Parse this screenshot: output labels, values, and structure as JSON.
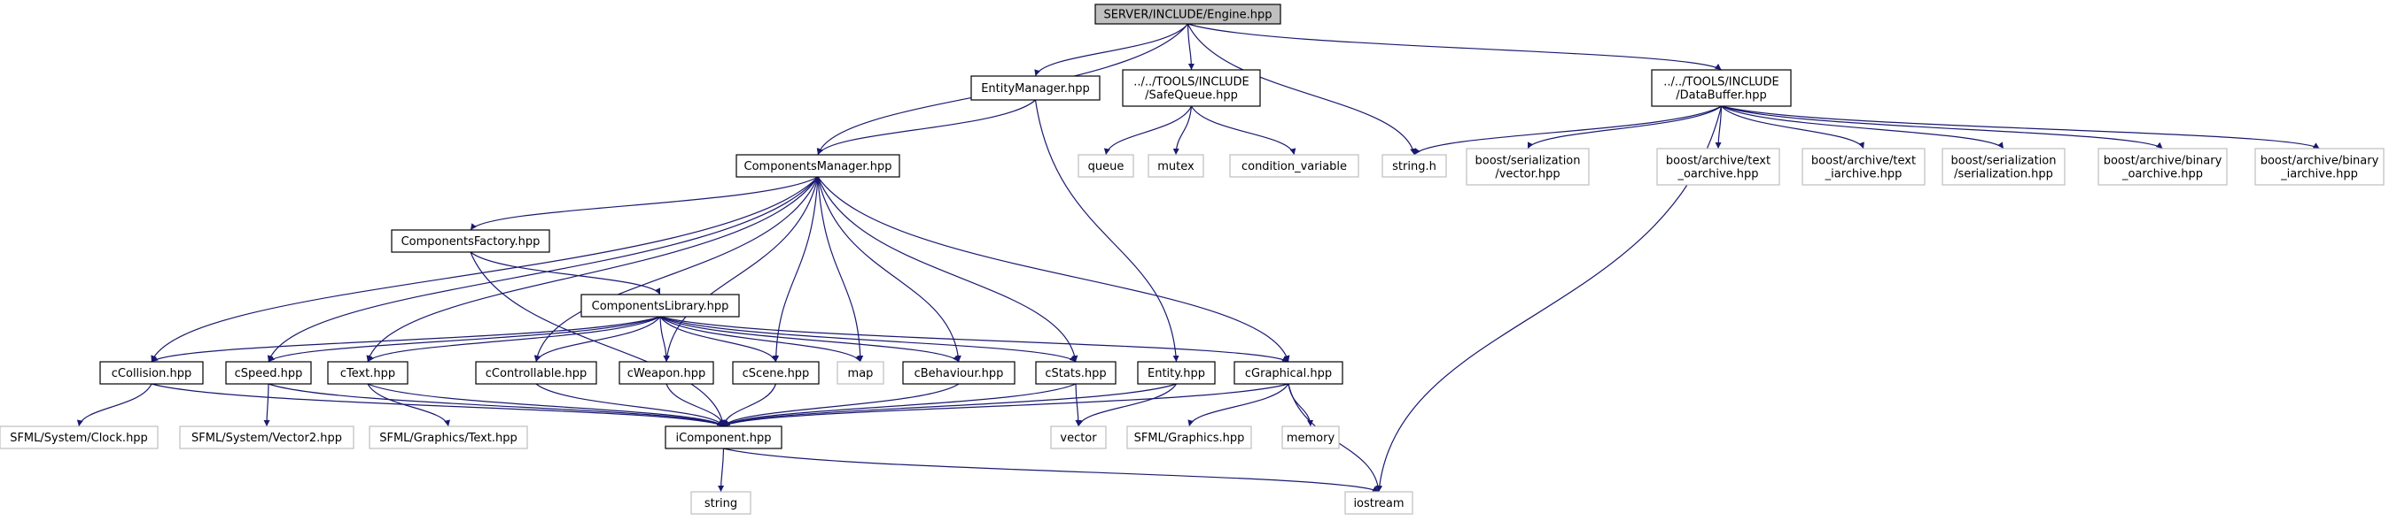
{
  "colors": {
    "root_fill": "#bfbfbf",
    "normal_stroke": "#000000",
    "external_stroke": "#bfbfbf",
    "edge": "#191970",
    "text": "#000000"
  },
  "nodes": {
    "engine": {
      "lines": [
        "SERVER/INCLUDE/Engine.hpp"
      ],
      "kind": "root"
    },
    "entity_manager": {
      "lines": [
        "EntityManager.hpp"
      ],
      "kind": "normal"
    },
    "safequeue": {
      "lines": [
        "../../TOOLS/INCLUDE",
        "/SafeQueue.hpp"
      ],
      "kind": "normal"
    },
    "databuffer": {
      "lines": [
        "../../TOOLS/INCLUDE",
        "/DataBuffer.hpp"
      ],
      "kind": "normal"
    },
    "components_manager": {
      "lines": [
        "ComponentsManager.hpp"
      ],
      "kind": "normal"
    },
    "queue": {
      "lines": [
        "queue"
      ],
      "kind": "external"
    },
    "mutex": {
      "lines": [
        "mutex"
      ],
      "kind": "external"
    },
    "condition_variable": {
      "lines": [
        "condition_variable"
      ],
      "kind": "external"
    },
    "string_h": {
      "lines": [
        "string.h"
      ],
      "kind": "external"
    },
    "ser_vector": {
      "lines": [
        "boost/serialization",
        "/vector.hpp"
      ],
      "kind": "external"
    },
    "text_oarchive": {
      "lines": [
        "boost/archive/text",
        "_oarchive.hpp"
      ],
      "kind": "external"
    },
    "text_iarchive": {
      "lines": [
        "boost/archive/text",
        "_iarchive.hpp"
      ],
      "kind": "external"
    },
    "serialization": {
      "lines": [
        "boost/serialization",
        "/serialization.hpp"
      ],
      "kind": "external"
    },
    "binary_oarchive": {
      "lines": [
        "boost/archive/binary",
        "_oarchive.hpp"
      ],
      "kind": "external"
    },
    "binary_iarchive": {
      "lines": [
        "boost/archive/binary",
        "_iarchive.hpp"
      ],
      "kind": "external"
    },
    "components_factory": {
      "lines": [
        "ComponentsFactory.hpp"
      ],
      "kind": "normal"
    },
    "components_library": {
      "lines": [
        "ComponentsLibrary.hpp"
      ],
      "kind": "normal"
    },
    "ccollision": {
      "lines": [
        "cCollision.hpp"
      ],
      "kind": "normal"
    },
    "cspeed": {
      "lines": [
        "cSpeed.hpp"
      ],
      "kind": "normal"
    },
    "ctext": {
      "lines": [
        "cText.hpp"
      ],
      "kind": "normal"
    },
    "ccontrollable": {
      "lines": [
        "cControllable.hpp"
      ],
      "kind": "normal"
    },
    "cweapon": {
      "lines": [
        "cWeapon.hpp"
      ],
      "kind": "normal"
    },
    "cscene": {
      "lines": [
        "cScene.hpp"
      ],
      "kind": "normal"
    },
    "map": {
      "lines": [
        "map"
      ],
      "kind": "external"
    },
    "cbehaviour": {
      "lines": [
        "cBehaviour.hpp"
      ],
      "kind": "normal"
    },
    "cstats": {
      "lines": [
        "cStats.hpp"
      ],
      "kind": "normal"
    },
    "entity": {
      "lines": [
        "Entity.hpp"
      ],
      "kind": "normal"
    },
    "cgraphical": {
      "lines": [
        "cGraphical.hpp"
      ],
      "kind": "normal"
    },
    "sfml_clock": {
      "lines": [
        "SFML/System/Clock.hpp"
      ],
      "kind": "external"
    },
    "sfml_vector2": {
      "lines": [
        "SFML/System/Vector2.hpp"
      ],
      "kind": "external"
    },
    "sfml_text": {
      "lines": [
        "SFML/Graphics/Text.hpp"
      ],
      "kind": "external"
    },
    "icomponent": {
      "lines": [
        "iComponent.hpp"
      ],
      "kind": "normal"
    },
    "vector": {
      "lines": [
        "vector"
      ],
      "kind": "external"
    },
    "sfml_graphics": {
      "lines": [
        "SFML/Graphics.hpp"
      ],
      "kind": "external"
    },
    "memory": {
      "lines": [
        "memory"
      ],
      "kind": "external"
    },
    "string": {
      "lines": [
        "string"
      ],
      "kind": "external"
    },
    "iostream": {
      "lines": [
        "iostream"
      ],
      "kind": "external"
    }
  },
  "edges": [
    [
      "engine",
      "entity_manager"
    ],
    [
      "engine",
      "safequeue"
    ],
    [
      "engine",
      "databuffer"
    ],
    [
      "engine",
      "components_manager"
    ],
    [
      "engine",
      "string_h"
    ],
    [
      "entity_manager",
      "components_manager"
    ],
    [
      "entity_manager",
      "entity"
    ],
    [
      "safequeue",
      "queue"
    ],
    [
      "safequeue",
      "mutex"
    ],
    [
      "safequeue",
      "condition_variable"
    ],
    [
      "databuffer",
      "string_h"
    ],
    [
      "databuffer",
      "ser_vector"
    ],
    [
      "databuffer",
      "text_oarchive"
    ],
    [
      "databuffer",
      "text_iarchive"
    ],
    [
      "databuffer",
      "serialization"
    ],
    [
      "databuffer",
      "binary_oarchive"
    ],
    [
      "databuffer",
      "binary_iarchive"
    ],
    [
      "databuffer",
      "iostream"
    ],
    [
      "components_manager",
      "components_factory"
    ],
    [
      "components_manager",
      "ccollision"
    ],
    [
      "components_manager",
      "cspeed"
    ],
    [
      "components_manager",
      "ctext"
    ],
    [
      "components_manager",
      "ccontrollable"
    ],
    [
      "components_manager",
      "cweapon"
    ],
    [
      "components_manager",
      "cscene"
    ],
    [
      "components_manager",
      "map"
    ],
    [
      "components_manager",
      "cbehaviour"
    ],
    [
      "components_manager",
      "cstats"
    ],
    [
      "components_manager",
      "cgraphical"
    ],
    [
      "components_factory",
      "components_library"
    ],
    [
      "components_factory",
      "icomponent"
    ],
    [
      "components_library",
      "ccollision"
    ],
    [
      "components_library",
      "cspeed"
    ],
    [
      "components_library",
      "ctext"
    ],
    [
      "components_library",
      "ccontrollable"
    ],
    [
      "components_library",
      "cweapon"
    ],
    [
      "components_library",
      "cscene"
    ],
    [
      "components_library",
      "map"
    ],
    [
      "components_library",
      "cbehaviour"
    ],
    [
      "components_library",
      "cstats"
    ],
    [
      "components_library",
      "cgraphical"
    ],
    [
      "ccollision",
      "sfml_clock"
    ],
    [
      "ccollision",
      "icomponent"
    ],
    [
      "cspeed",
      "sfml_vector2"
    ],
    [
      "cspeed",
      "icomponent"
    ],
    [
      "ctext",
      "sfml_text"
    ],
    [
      "ctext",
      "icomponent"
    ],
    [
      "ccontrollable",
      "icomponent"
    ],
    [
      "cweapon",
      "icomponent"
    ],
    [
      "cscene",
      "icomponent"
    ],
    [
      "cbehaviour",
      "icomponent"
    ],
    [
      "cstats",
      "icomponent"
    ],
    [
      "cstats",
      "vector"
    ],
    [
      "entity",
      "icomponent"
    ],
    [
      "entity",
      "vector"
    ],
    [
      "cgraphical",
      "icomponent"
    ],
    [
      "cgraphical",
      "sfml_graphics"
    ],
    [
      "cgraphical",
      "memory"
    ],
    [
      "cgraphical",
      "iostream"
    ],
    [
      "icomponent",
      "string"
    ],
    [
      "icomponent",
      "iostream"
    ]
  ]
}
